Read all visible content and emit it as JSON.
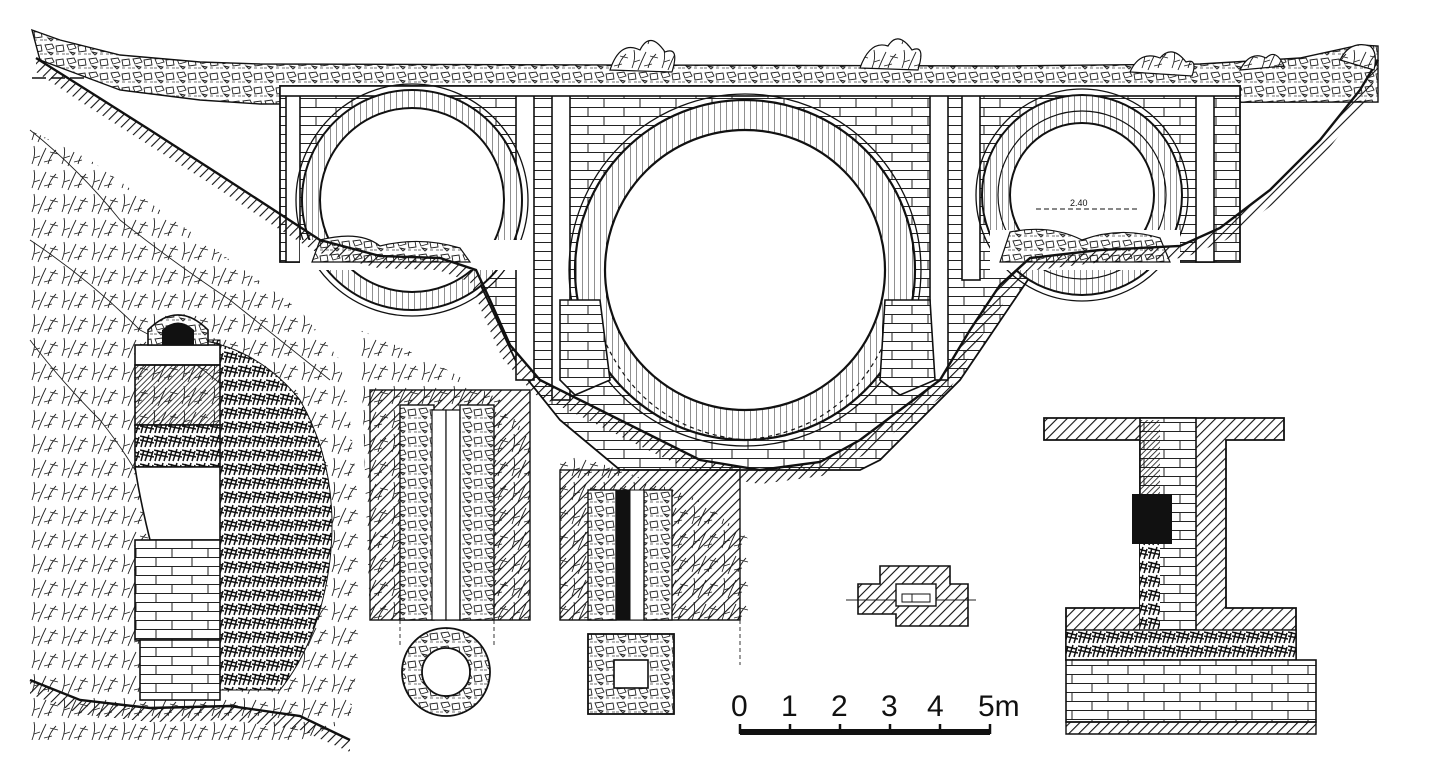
{
  "scale_bar": {
    "ticks": [
      "0",
      "1",
      "2",
      "3",
      "4",
      "5m"
    ]
  },
  "dimension_label": "2.40",
  "colors": {
    "ink": "#111111",
    "paper": "#ffffff"
  }
}
